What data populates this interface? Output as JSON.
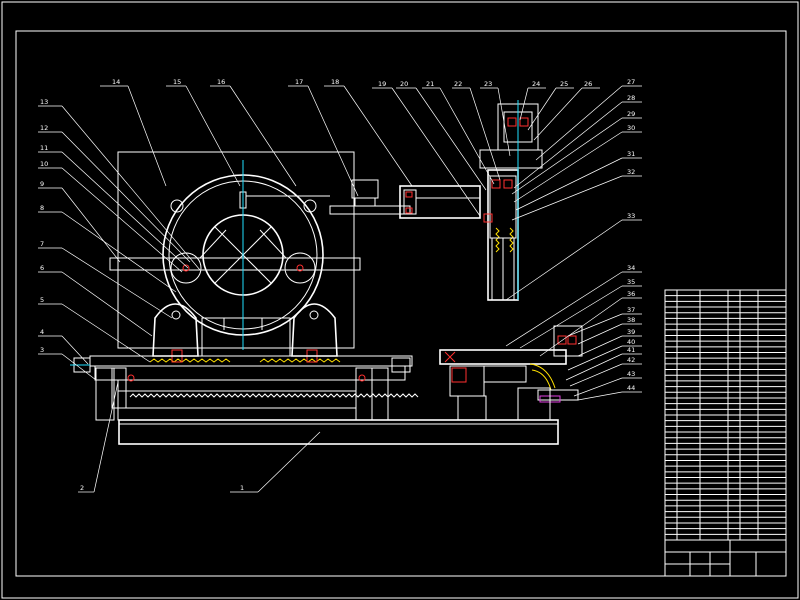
{
  "colors": {
    "background": "#000000",
    "line": "#ffffff",
    "yellow": "#ffe000",
    "red": "#ff3030",
    "cyan": "#20e0ff",
    "magenta": "#e040e0"
  },
  "callouts_top": [
    "14",
    "15",
    "16",
    "17",
    "18",
    "19",
    "20",
    "21",
    "22",
    "23",
    "24",
    "25",
    "26"
  ],
  "callouts_left": [
    "13",
    "12",
    "11",
    "10",
    "9",
    "8",
    "7",
    "6",
    "5",
    "4",
    "3"
  ],
  "callouts_right": [
    "27",
    "28",
    "29",
    "30",
    "31",
    "32",
    "33",
    "34",
    "35",
    "36",
    "37",
    "38",
    "39",
    "40",
    "41",
    "42",
    "43",
    "44"
  ],
  "callouts_bottom": [
    "2",
    "1"
  ]
}
